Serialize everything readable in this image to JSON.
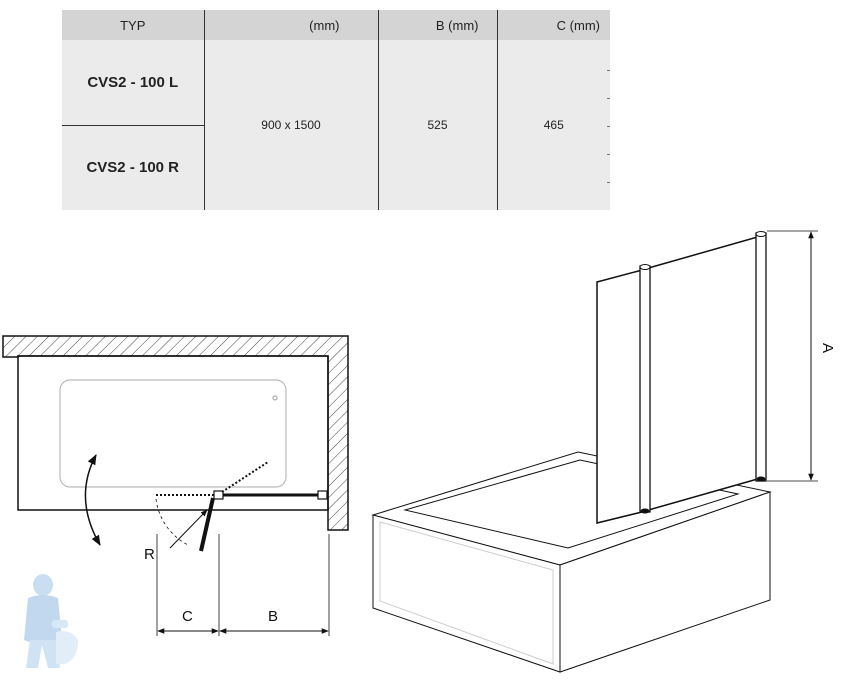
{
  "table": {
    "headers": [
      "TYP",
      "(mm)",
      "B (mm)",
      "C (mm)"
    ],
    "rows": [
      {
        "typ": "CVS2 - 100 L"
      },
      {
        "typ": "CVS2 - 100 R"
      }
    ],
    "shared": {
      "a": "900 x 1500",
      "b": "525",
      "c": "465"
    }
  },
  "drawing": {
    "label_r": "R",
    "label_c": "C",
    "label_b": "B",
    "label_a": "A"
  },
  "colors": {
    "line": "#111111",
    "hatch": "#444444",
    "header_bg": "#d4d4d4",
    "cell_bg": "#ebebeb"
  }
}
